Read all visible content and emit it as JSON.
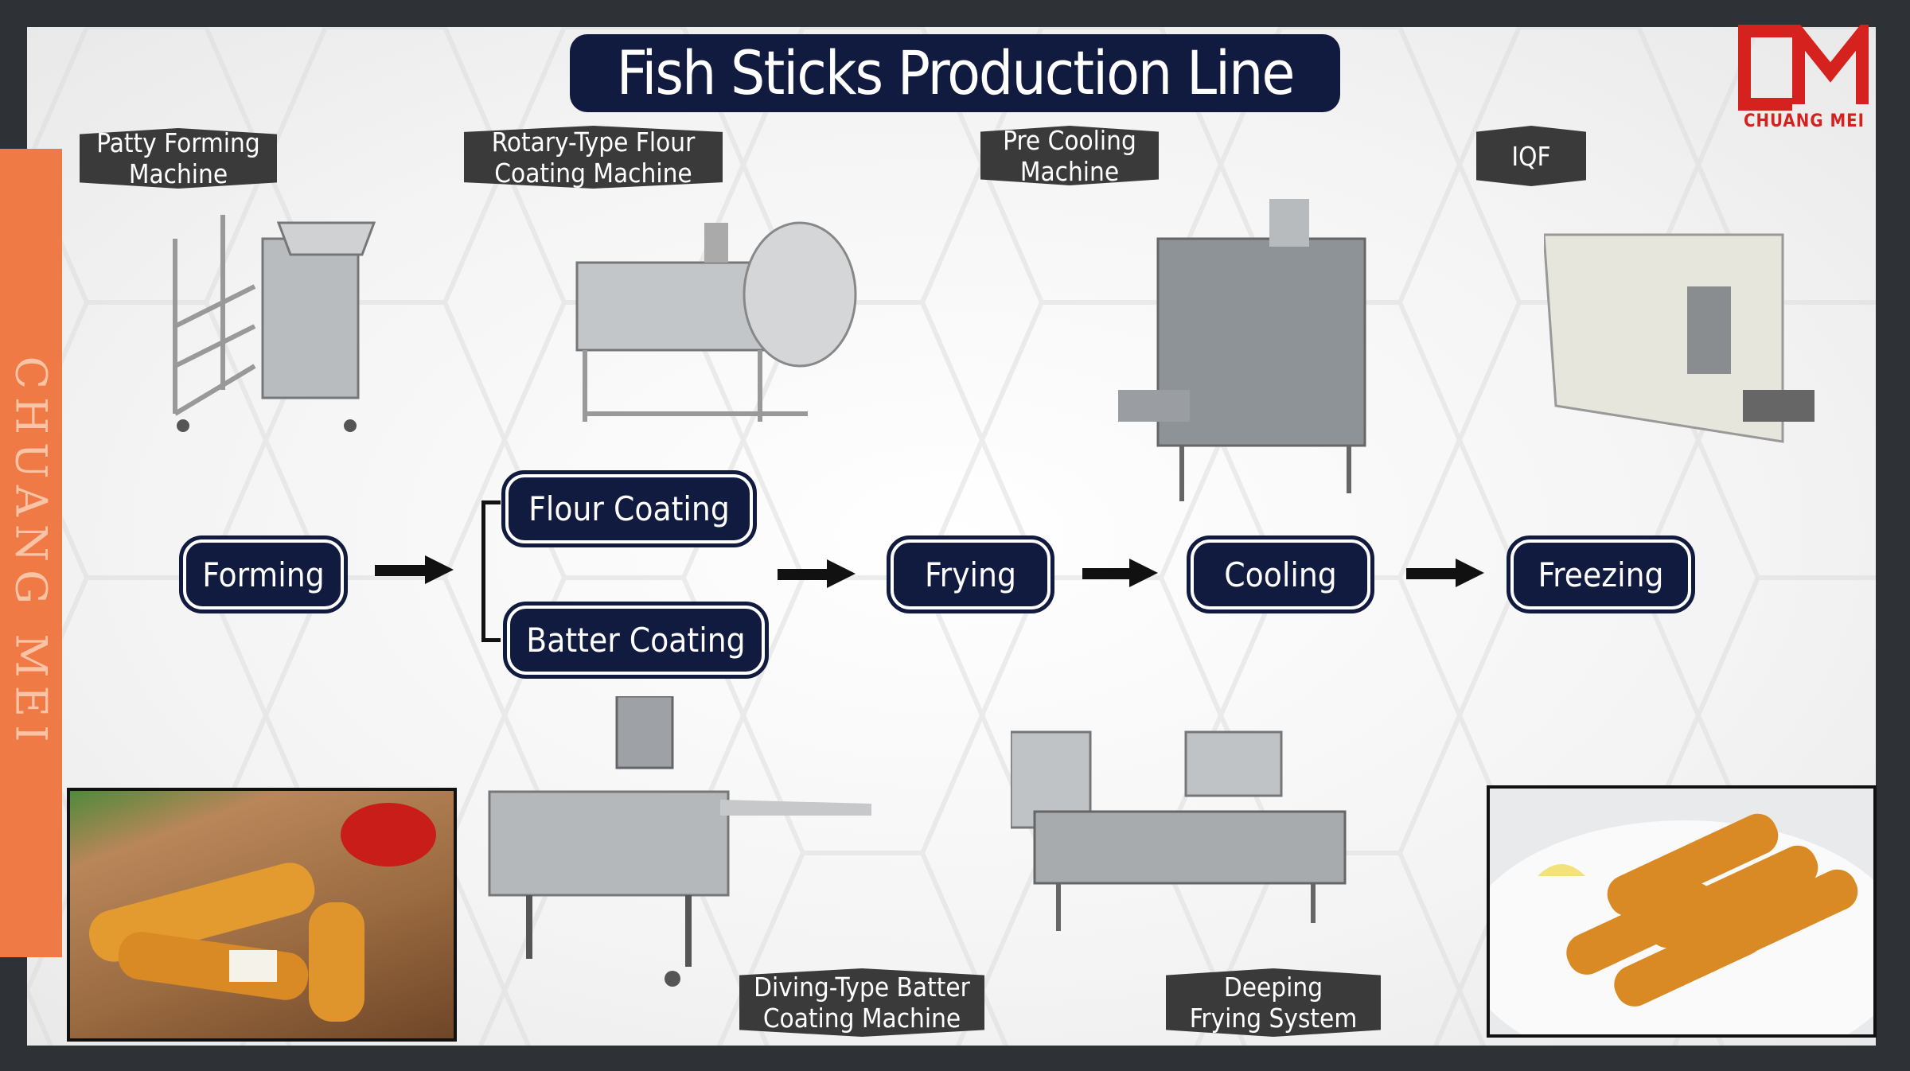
{
  "title": "Fish Sticks Production Line",
  "logo": {
    "mark": "CM",
    "name": "CHUANG MEI",
    "color": "#d6221e"
  },
  "sidebar_text": "CHUANG MEI",
  "machine_labels": {
    "patty": [
      "Patty Forming",
      "Machine"
    ],
    "rotary": [
      "Rotary-Type Flour",
      "Coating Machine"
    ],
    "precooling": [
      "Pre Cooling",
      "Machine"
    ],
    "iqf": [
      "IQF"
    ],
    "diving": [
      "Diving-Type Batter",
      "Coating Machine"
    ],
    "deeping": [
      "Deeping",
      "Frying System"
    ]
  },
  "steps": {
    "forming": "Forming",
    "flour": "Flour Coating",
    "batter": "Batter Coating",
    "frying": "Frying",
    "cooling": "Cooling",
    "freezing": "Freezing"
  },
  "colors": {
    "navy": "#111a3f",
    "orange": "#f07a45",
    "frame": "#2e3236",
    "label_bg": "#3a3a3a"
  }
}
